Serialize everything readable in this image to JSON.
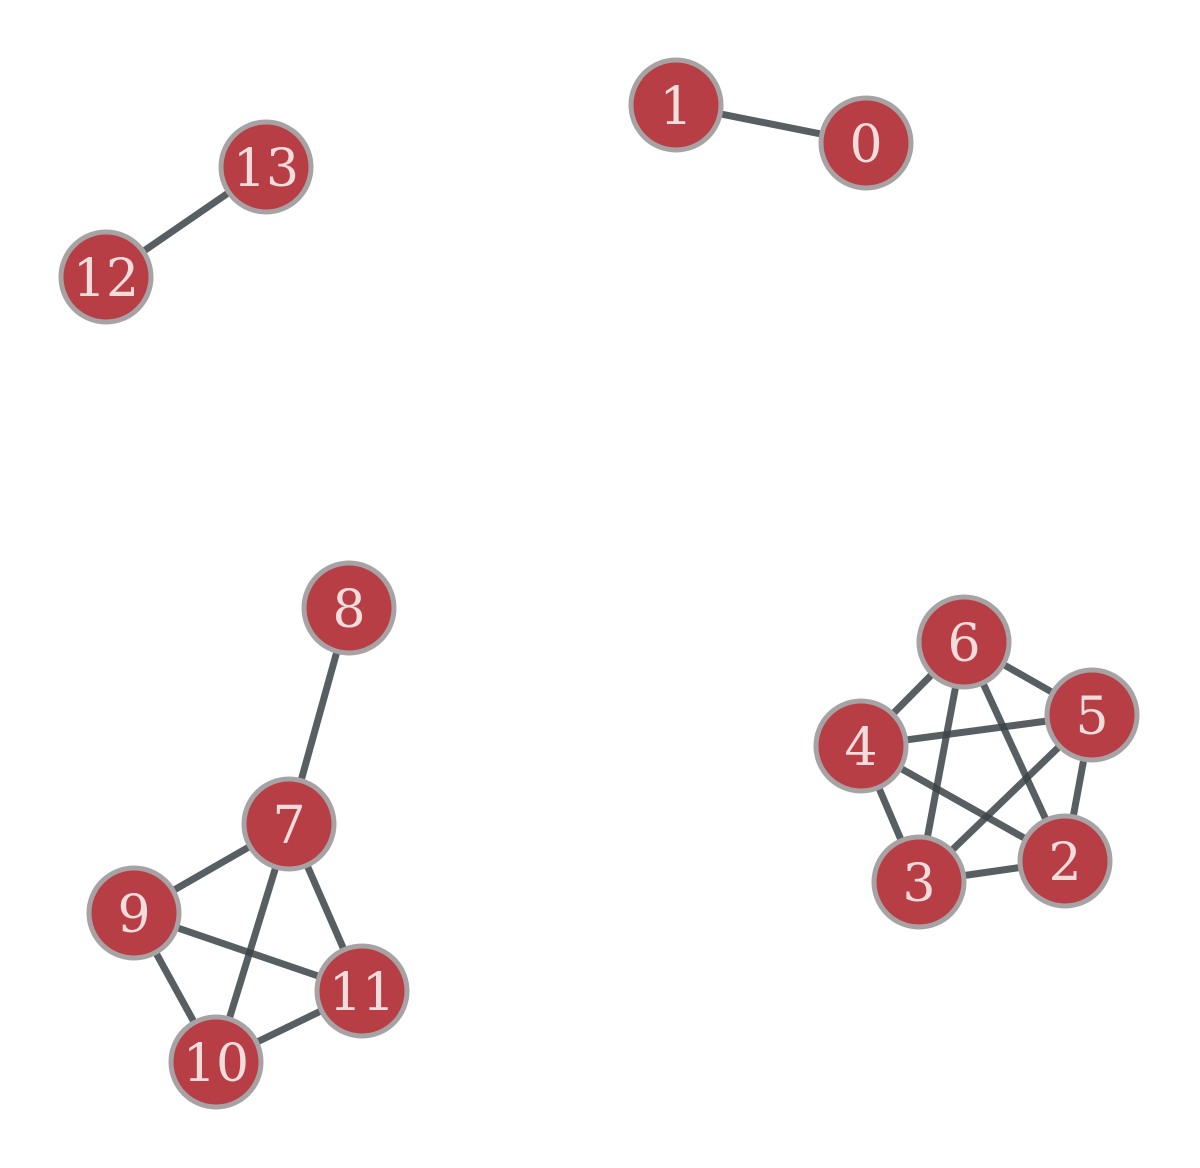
{
  "graph": {
    "colors": {
      "node_fill": "#b83e46",
      "node_stroke": "#a7a2a3",
      "edge": "#3b4347",
      "label": "#f3dcdc",
      "background": "#ffffff"
    },
    "nodes": [
      {
        "id": "0",
        "label": "0"
      },
      {
        "id": "1",
        "label": "1"
      },
      {
        "id": "2",
        "label": "2"
      },
      {
        "id": "3",
        "label": "3"
      },
      {
        "id": "4",
        "label": "4"
      },
      {
        "id": "5",
        "label": "5"
      },
      {
        "id": "6",
        "label": "6"
      },
      {
        "id": "7",
        "label": "7"
      },
      {
        "id": "8",
        "label": "8"
      },
      {
        "id": "9",
        "label": "9"
      },
      {
        "id": "10",
        "label": "10"
      },
      {
        "id": "11",
        "label": "11"
      },
      {
        "id": "12",
        "label": "12"
      },
      {
        "id": "13",
        "label": "13"
      }
    ],
    "edges": [
      [
        "1",
        "0"
      ],
      [
        "13",
        "12"
      ],
      [
        "8",
        "7"
      ],
      [
        "7",
        "9"
      ],
      [
        "7",
        "10"
      ],
      [
        "7",
        "11"
      ],
      [
        "9",
        "10"
      ],
      [
        "9",
        "11"
      ],
      [
        "10",
        "11"
      ],
      [
        "6",
        "4"
      ],
      [
        "6",
        "5"
      ],
      [
        "6",
        "3"
      ],
      [
        "6",
        "2"
      ],
      [
        "4",
        "5"
      ],
      [
        "4",
        "3"
      ],
      [
        "4",
        "2"
      ],
      [
        "5",
        "3"
      ],
      [
        "5",
        "2"
      ],
      [
        "3",
        "2"
      ]
    ]
  }
}
